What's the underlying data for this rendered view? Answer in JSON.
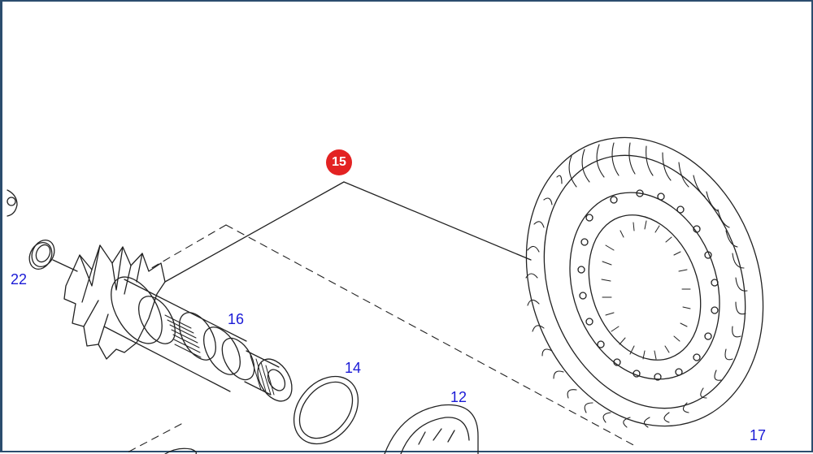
{
  "diagram": {
    "callouts": {
      "p15": "15",
      "p16": "16",
      "p14": "14",
      "p12": "12",
      "p22": "22",
      "p17": "17"
    },
    "highlight_color": "#e32222",
    "callout_color": "#1a1ad6"
  }
}
